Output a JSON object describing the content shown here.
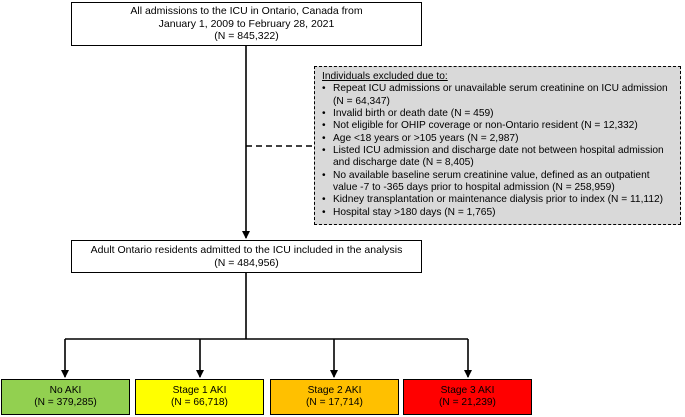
{
  "top_box": {
    "line1": "All admissions to the ICU in Ontario, Canada from",
    "line2": "January 1, 2009 to February 28, 2021",
    "line3": "(N = 845,322)"
  },
  "exclusion": {
    "title": "Individuals excluded due to:",
    "items": [
      {
        "line1": "Repeat ICU admissions or unavailable serum creatinine on ICU admission",
        "line2": "(N = 64,347)"
      },
      {
        "line1": "Invalid birth or death date (N = 459)",
        "line2": ""
      },
      {
        "line1": "Not eligible for OHIP coverage or non-Ontario resident (N = 12,332)",
        "line2": ""
      },
      {
        "line1": "Age <18 years or >105 years (N = 2,987)",
        "line2": ""
      },
      {
        "line1": "Listed ICU admission and discharge date not between hospital admission",
        "line2": "and discharge date (N = 8,405)"
      },
      {
        "line1": "No available baseline serum creatinine value, defined as an outpatient",
        "line2": "value -7 to -365 days prior to hospital admission (N = 258,959)"
      },
      {
        "line1": "Kidney transplantation or maintenance dialysis prior to index (N = 11,112)",
        "line2": ""
      },
      {
        "line1": "Hospital stay >180 days (N = 1,765)",
        "line2": ""
      }
    ]
  },
  "mid_box": {
    "line1": "Adult Ontario residents admitted to the ICU included in the analysis",
    "line2": "(N = 484,956)"
  },
  "stages": [
    {
      "label": "No AKI",
      "count": "(N = 379,285)",
      "color": "#92d050"
    },
    {
      "label": "Stage 1 AKI",
      "count": "(N = 66,718)",
      "color": "#ffff00"
    },
    {
      "label": "Stage 2 AKI",
      "count": "(N = 17,714)",
      "color": "#ffc000"
    },
    {
      "label": "Stage 3 AKI",
      "count": "(N = 21,239)",
      "color": "#ff0000"
    }
  ]
}
